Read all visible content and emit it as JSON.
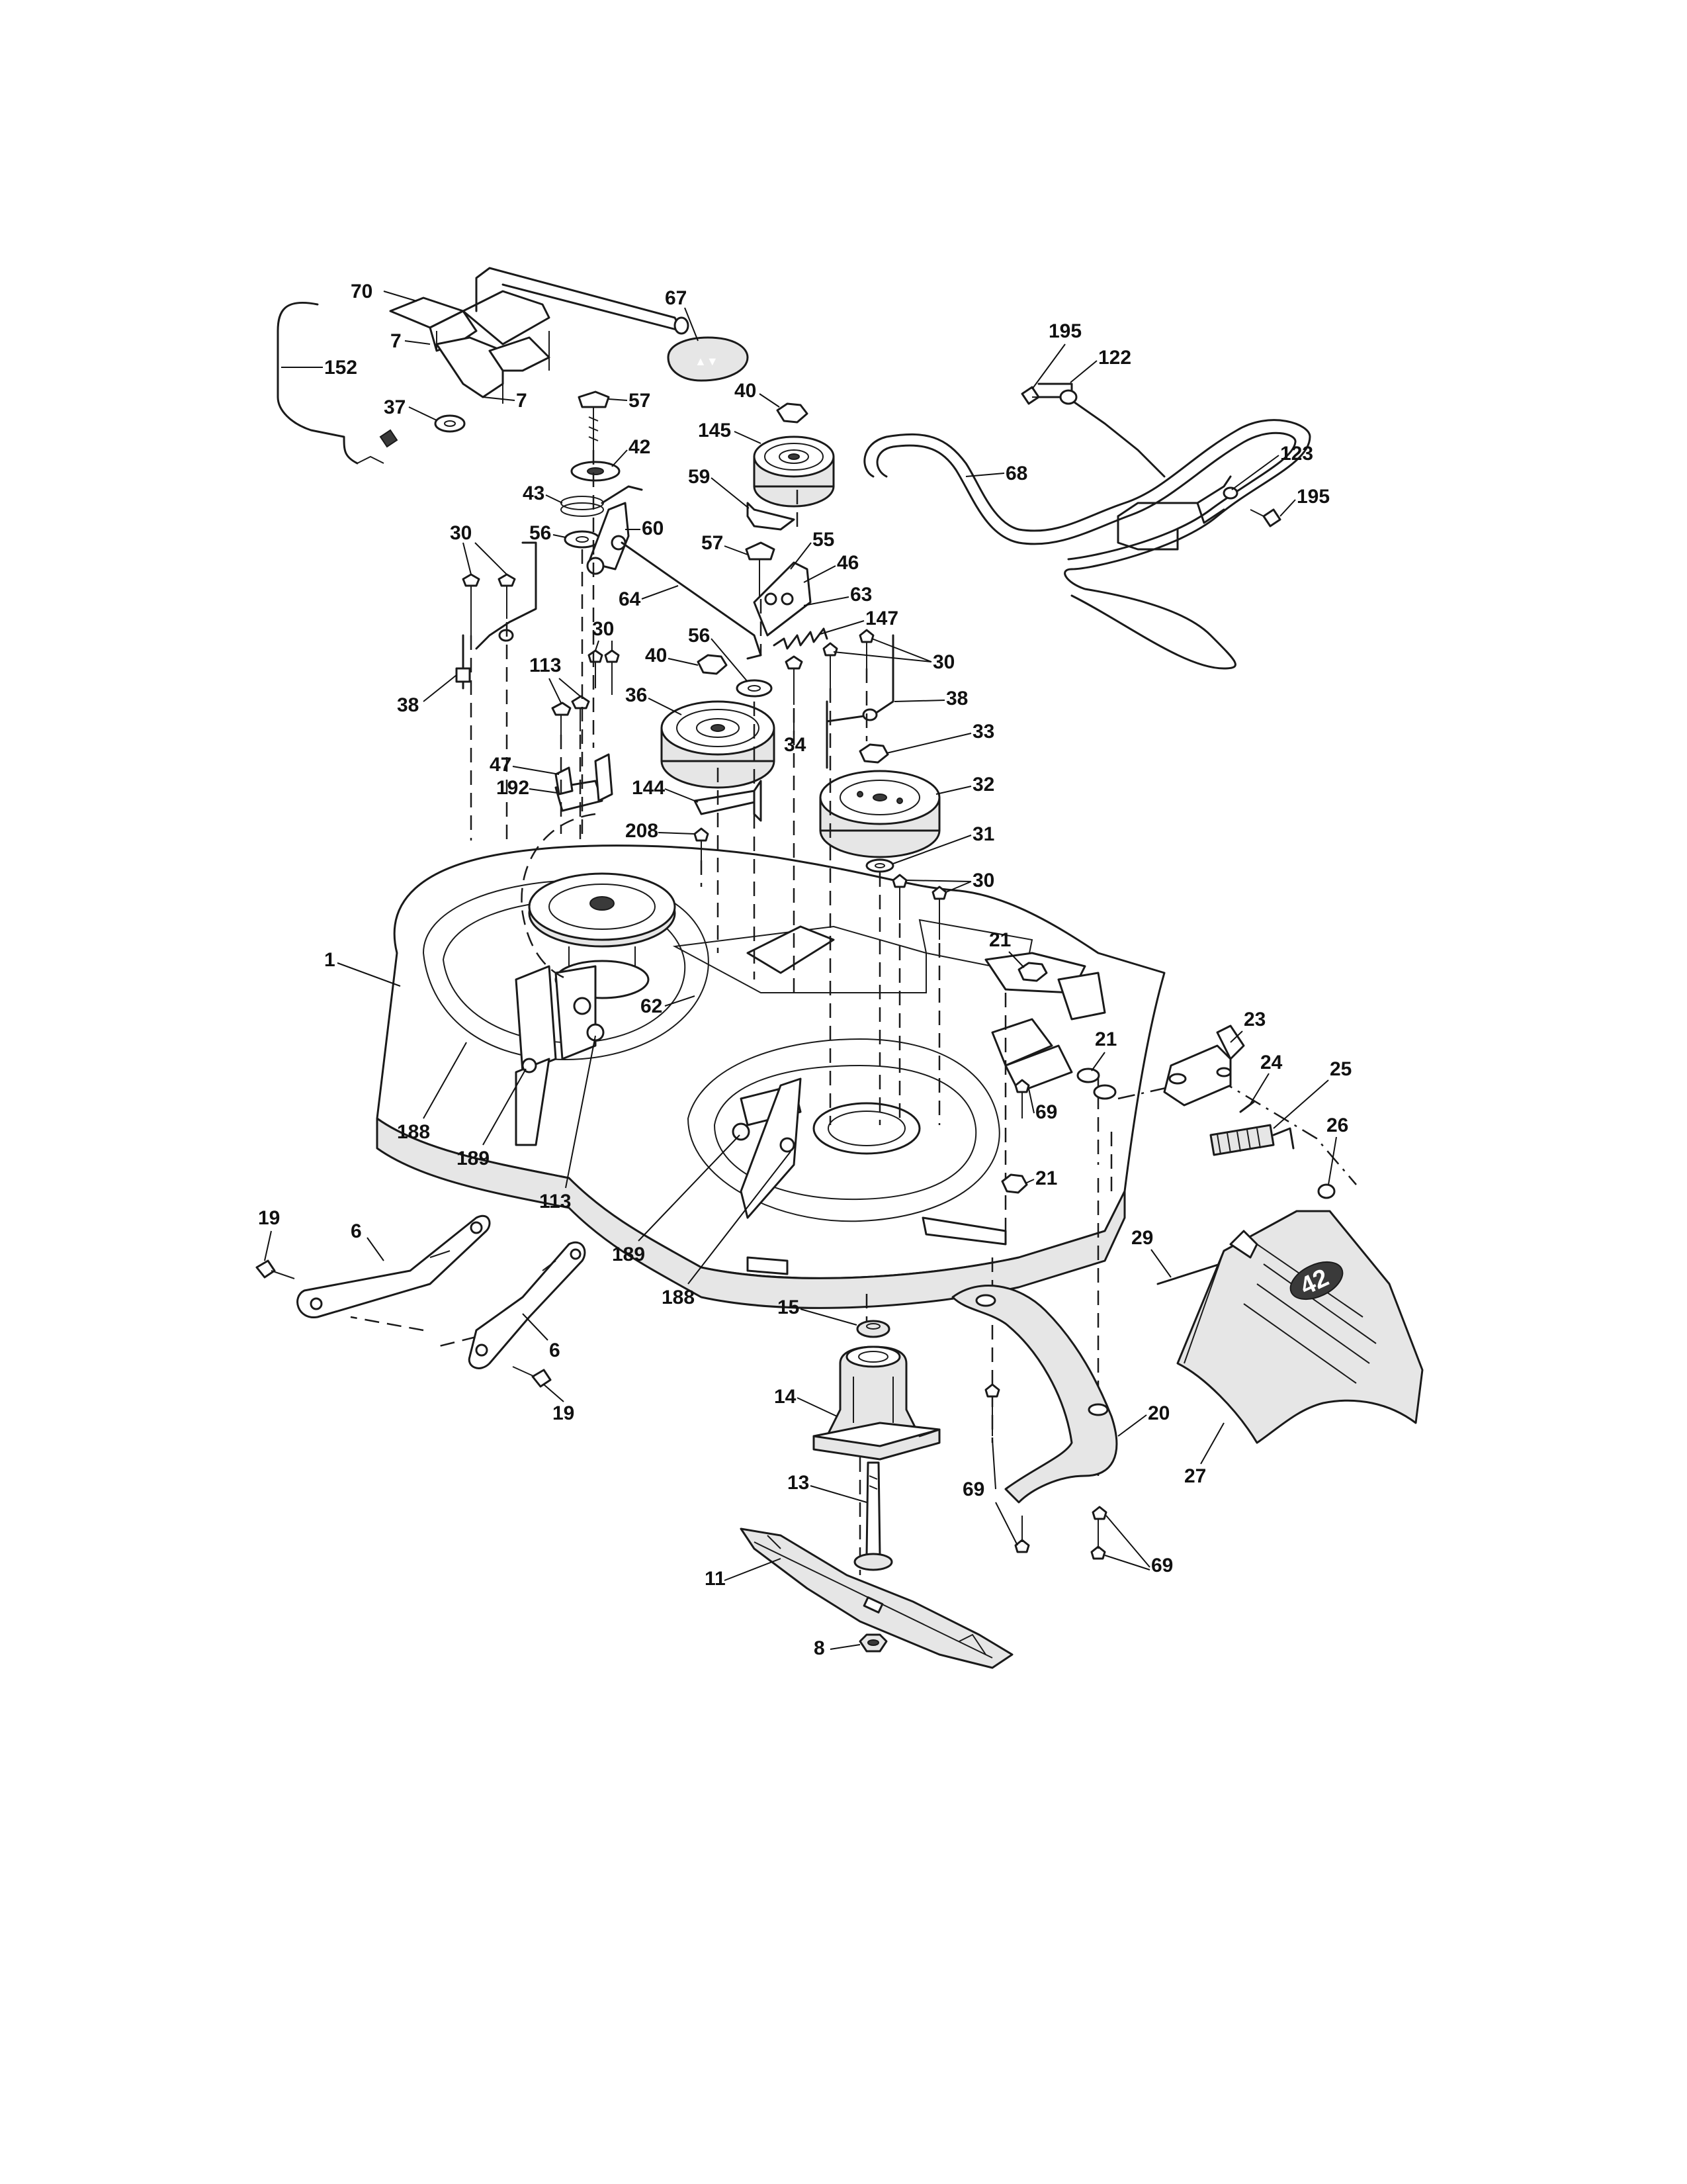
{
  "diagram": {
    "callouts": [
      {
        "id": "c70",
        "label": "70"
      },
      {
        "id": "c67",
        "label": "67"
      },
      {
        "id": "c7a",
        "label": "7"
      },
      {
        "id": "c7b",
        "label": "7"
      },
      {
        "id": "c152",
        "label": "152"
      },
      {
        "id": "c37",
        "label": "37"
      },
      {
        "id": "c57a",
        "label": "57"
      },
      {
        "id": "c42",
        "label": "42"
      },
      {
        "id": "c43",
        "label": "43"
      },
      {
        "id": "c56a",
        "label": "56"
      },
      {
        "id": "c60",
        "label": "60"
      },
      {
        "id": "c40a",
        "label": "40"
      },
      {
        "id": "c145",
        "label": "145"
      },
      {
        "id": "c59",
        "label": "59"
      },
      {
        "id": "c57b",
        "label": "57"
      },
      {
        "id": "c55",
        "label": "55"
      },
      {
        "id": "c46",
        "label": "46"
      },
      {
        "id": "c64",
        "label": "64"
      },
      {
        "id": "c63",
        "label": "63"
      },
      {
        "id": "c147",
        "label": "147"
      },
      {
        "id": "c195a",
        "label": "195"
      },
      {
        "id": "c122",
        "label": "122"
      },
      {
        "id": "c68",
        "label": "68"
      },
      {
        "id": "c123",
        "label": "123"
      },
      {
        "id": "c195b",
        "label": "195"
      },
      {
        "id": "c30a",
        "label": "30"
      },
      {
        "id": "c30b",
        "label": "30"
      },
      {
        "id": "c30c",
        "label": "30"
      },
      {
        "id": "c30d",
        "label": "30"
      },
      {
        "id": "c38a",
        "label": "38"
      },
      {
        "id": "c38b",
        "label": "38"
      },
      {
        "id": "c113a",
        "label": "113"
      },
      {
        "id": "c40b",
        "label": "40"
      },
      {
        "id": "c56b",
        "label": "56"
      },
      {
        "id": "c36",
        "label": "36"
      },
      {
        "id": "c34",
        "label": "34"
      },
      {
        "id": "c33",
        "label": "33"
      },
      {
        "id": "c47",
        "label": "47"
      },
      {
        "id": "c192",
        "label": "192"
      },
      {
        "id": "c144",
        "label": "144"
      },
      {
        "id": "c32",
        "label": "32"
      },
      {
        "id": "c208",
        "label": "208"
      },
      {
        "id": "c31",
        "label": "31"
      },
      {
        "id": "c21a",
        "label": "21"
      },
      {
        "id": "c21b",
        "label": "21"
      },
      {
        "id": "c21c",
        "label": "21"
      },
      {
        "id": "c1",
        "label": "1"
      },
      {
        "id": "c62",
        "label": "62"
      },
      {
        "id": "c23",
        "label": "23"
      },
      {
        "id": "c24",
        "label": "24"
      },
      {
        "id": "c25",
        "label": "25"
      },
      {
        "id": "c69a",
        "label": "69"
      },
      {
        "id": "c69b",
        "label": "69"
      },
      {
        "id": "c69c",
        "label": "69"
      },
      {
        "id": "c26",
        "label": "26"
      },
      {
        "id": "c188a",
        "label": "188"
      },
      {
        "id": "c188b",
        "label": "188"
      },
      {
        "id": "c189a",
        "label": "189"
      },
      {
        "id": "c189b",
        "label": "189"
      },
      {
        "id": "c113b",
        "label": "113"
      },
      {
        "id": "c29",
        "label": "29"
      },
      {
        "id": "c19a",
        "label": "19"
      },
      {
        "id": "c19b",
        "label": "19"
      },
      {
        "id": "c6a",
        "label": "6"
      },
      {
        "id": "c6b",
        "label": "6"
      },
      {
        "id": "c15",
        "label": "15"
      },
      {
        "id": "c14",
        "label": "14"
      },
      {
        "id": "c20",
        "label": "20"
      },
      {
        "id": "c27",
        "label": "27"
      },
      {
        "id": "c13",
        "label": "13"
      },
      {
        "id": "c11",
        "label": "11"
      },
      {
        "id": "c8",
        "label": "8"
      }
    ]
  }
}
